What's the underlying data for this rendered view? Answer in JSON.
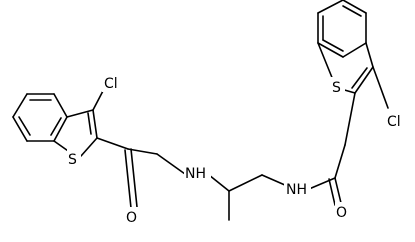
{
  "molecule": {
    "atoms": {
      "cl_left": "Cl",
      "s_left": "S",
      "o_left": "O",
      "nh_left": "NH",
      "nh_right": "NH",
      "o_right": "O",
      "s_right": "S",
      "cl_right": "Cl"
    }
  }
}
